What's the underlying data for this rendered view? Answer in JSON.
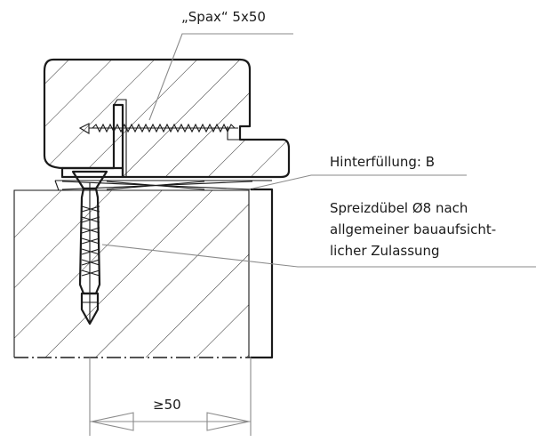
{
  "labels": {
    "screw": "„Spax“ 5x50",
    "backfill": "Hinterfüllung: B",
    "anchor_line1": "Spreizdübel Ø8 nach",
    "anchor_line2": "allgemeiner bauaufsicht-",
    "anchor_line3": "licher Zulassung",
    "edge_distance": "≥50"
  }
}
